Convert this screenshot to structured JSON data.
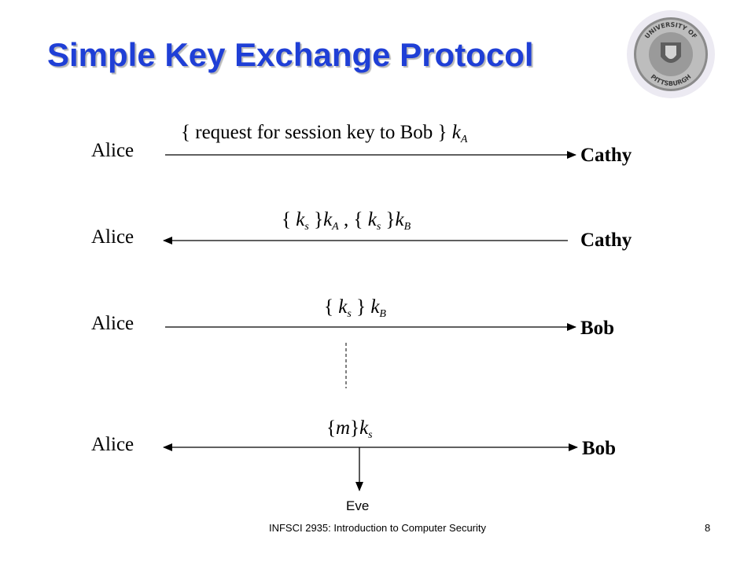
{
  "slide": {
    "title": "Simple Key Exchange Protocol",
    "footer": "INFSCI 2935: Introduction to Computer Security",
    "page_number": "8",
    "logo_icon": "university-seal-icon",
    "logo_text": {
      "top": "UNIVERSITY OF",
      "bottom": "PITTSBURGH"
    }
  },
  "steps": [
    {
      "from": "Alice",
      "to": "Cathy",
      "direction": "right",
      "message": {
        "pre": "{ request for session key to Bob } ",
        "key": "k",
        "sub": "A"
      }
    },
    {
      "from": "Alice",
      "to": "Cathy",
      "direction": "left",
      "message": {
        "b1": "{ ",
        "k1": "k",
        "s1": "s",
        "b2": " }",
        "k2": "k",
        "s2": "A",
        "sep": " , { ",
        "k3": "k",
        "s3": "s",
        "b3": " }",
        "k4": "k",
        "s4": "B"
      }
    },
    {
      "from": "Alice",
      "to": "Bob",
      "direction": "right",
      "message": {
        "b1": "{ ",
        "k1": "k",
        "s1": "s",
        "b2": " } ",
        "k2": "k",
        "s2": "B"
      }
    },
    {
      "from": "Alice",
      "to": "Bob",
      "direction": "both",
      "message": {
        "b1": "{",
        "m": "m",
        "b2": "}",
        "k": "k",
        "s": "s"
      },
      "eavesdropper": "Eve"
    }
  ]
}
